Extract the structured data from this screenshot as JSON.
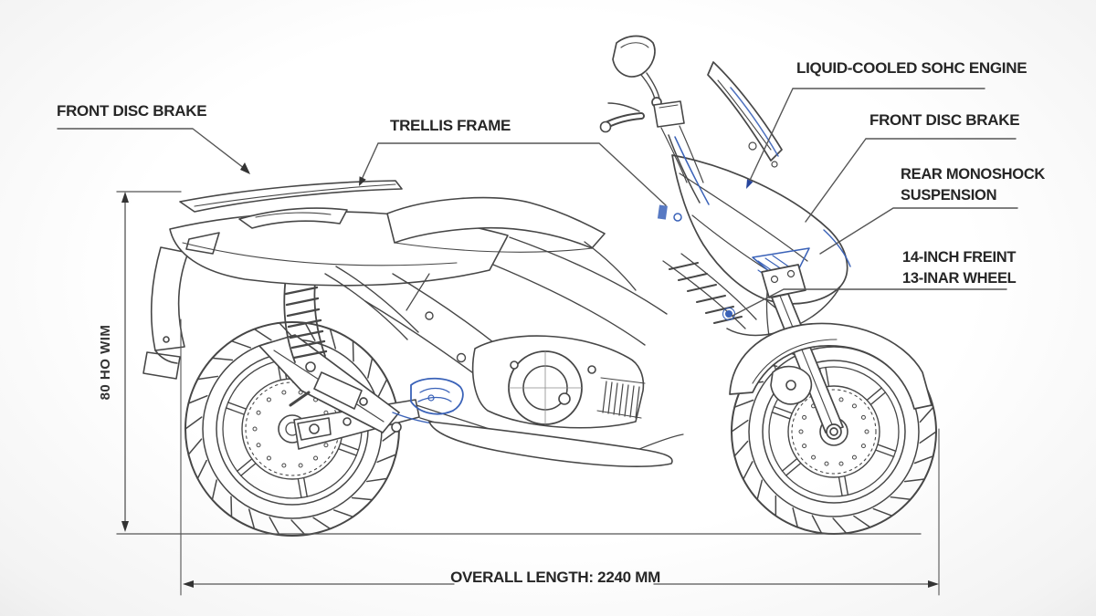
{
  "diagram": {
    "type": "motorcycle-technical-diagram",
    "callouts": {
      "front_disc_brake_left": "FRONT DISC BRAKE",
      "trellis_frame": "TRELLIS FRAME",
      "liquid_cooled_engine": "LIQUID-COOLED SOHC ENGINE",
      "front_disc_brake_right": "FRONT DISC BRAKE",
      "rear_monoshock_line1": "REAR MONOSHOCK",
      "rear_monoshock_line2": "SUSPENSION",
      "wheels_line1": "14-INCH FREINT",
      "wheels_line2": "13-INAR WHEEL"
    },
    "dimensions": {
      "overall_length": "OVERALL LENGTH: 2240 MM",
      "height": "80 HO WIM"
    },
    "colors": {
      "line": "#474747",
      "dimension_line": "#555555",
      "label_text": "#262626",
      "accent_blue": "#3a62b8",
      "accent_blue_dark": "#27459c",
      "background": "#f8f8f8"
    }
  }
}
